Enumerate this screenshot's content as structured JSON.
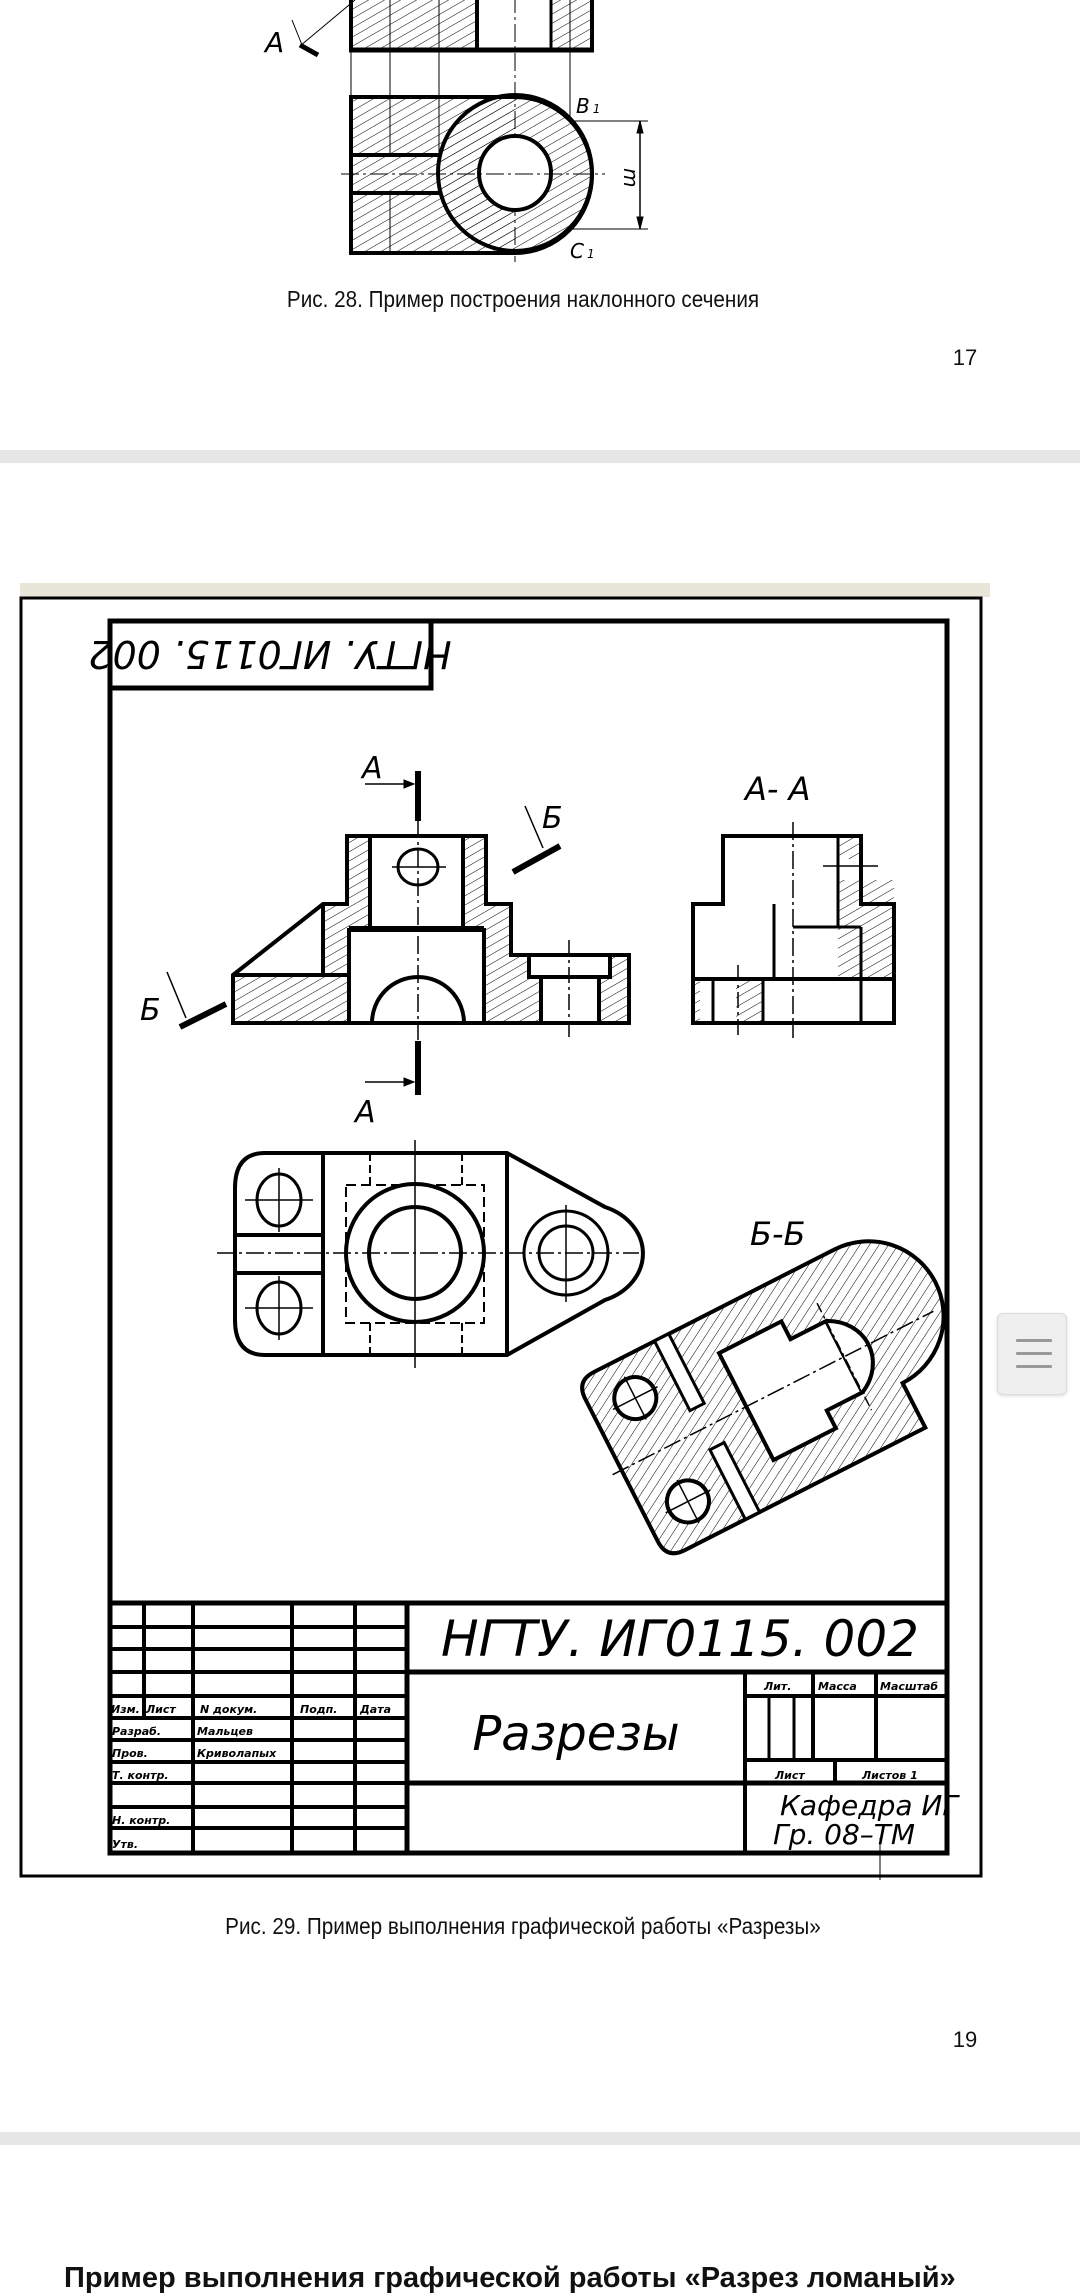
{
  "page1": {
    "figure_labels": {
      "a": "A",
      "b1": "B",
      "b1_sub": "1",
      "c1": "C",
      "c1_sub": "1",
      "m": "m"
    },
    "caption": "Рис. 28. Пример построения наклонного сечения",
    "page_number": "17"
  },
  "page2": {
    "drawing": {
      "stamp_mirrored": "НГТУ. ИГ0115. 002",
      "label_a_top": "A",
      "label_a_bottom": "A",
      "label_b_right": "Б",
      "label_b_left": "Б",
      "section_aa": "A- A",
      "section_bb": "Б-Б"
    },
    "title_block": {
      "designation": "НГТУ. ИГ0115. 002",
      "title": "Разрезы",
      "col_headers": [
        "Изм.",
        "Лист",
        "N докум.",
        "Подп.",
        "Дата"
      ],
      "rows": [
        {
          "role": "Разраб.",
          "name": "Мальцев"
        },
        {
          "role": "Пров.",
          "name": "Криволапых"
        },
        {
          "role": "Т. контр.",
          "name": ""
        },
        {
          "role": "Н. контр.",
          "name": ""
        },
        {
          "role": "Утв.",
          "name": ""
        }
      ],
      "lit": "Лит.",
      "mass": "Масса",
      "scale": "Масштаб",
      "sheet": "Лист",
      "sheets": "Листов 1",
      "department": "Кафедра ИГ",
      "group": "Гр. 08–ТМ"
    },
    "caption": "Рис. 29. Пример выполнения графической работы «Разрезы»",
    "page_number": "19"
  },
  "page3": {
    "heading": "Пример выполнения графической работы «Разрез ломаный»"
  },
  "colors": {
    "separator": "#e6e6e6",
    "frame_bar": "#e8e6d9"
  }
}
